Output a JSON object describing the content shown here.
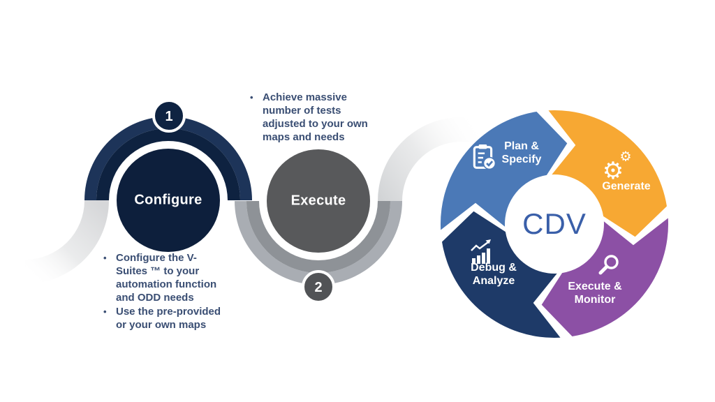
{
  "steps": [
    {
      "number": "1",
      "label": "Configure",
      "circle_color": "#0D1F3C",
      "badge_color": "#0E2342",
      "ring_outer_color": "#1D3459",
      "ring_inner_color": "#0E2240",
      "bullets": [
        "Configure the V-\nSuites ™ to your\nautomation function\nand ODD needs",
        "Use the pre-provided\nor your own maps"
      ]
    },
    {
      "number": "2",
      "label": "Execute",
      "circle_color": "#58595B",
      "badge_color": "#515356",
      "ring_outer_color": "#A9ADB3",
      "ring_inner_color": "#8E9297",
      "bullets": [
        "Achieve massive\nnumber of tests\nadjusted to your own\nmaps and needs"
      ]
    }
  ],
  "cycle": {
    "center_label": "CDV",
    "center_color": "#3A5FA9",
    "segments": [
      {
        "label": "Plan &\nSpecify",
        "color": "#4B79B7",
        "icon": "clipboard-check-icon"
      },
      {
        "label": "Generate",
        "color": "#F7A833",
        "icon": "gears-icon"
      },
      {
        "label": "Execute &\nMonitor",
        "color": "#8C50A5",
        "icon": "magnifier-icon"
      },
      {
        "label": "Debug &\nAnalyze",
        "color": "#1E3A68",
        "icon": "bar-chart-icon"
      }
    ]
  }
}
